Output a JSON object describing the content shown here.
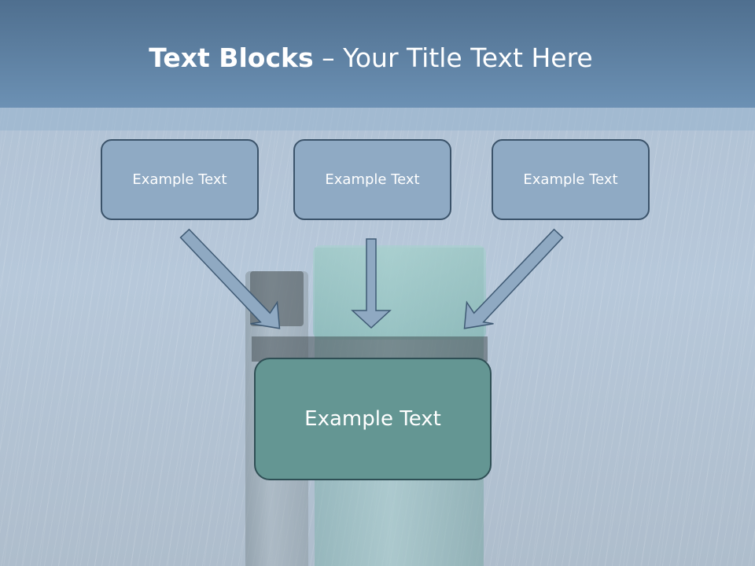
{
  "slide": {
    "title_bold": "Text Blocks",
    "title_dash": " – ",
    "title_rest": "Your Title Text Here",
    "boxes": [
      {
        "label": "Example Text"
      },
      {
        "label": "Example Text"
      },
      {
        "label": "Example Text"
      }
    ],
    "center_box": {
      "label": "Example Text"
    }
  },
  "colors": {
    "header": "#5a7c9e",
    "box_fill": "#8faac4",
    "center_fill": "#649693",
    "arrow_fill": "#8fa9c2",
    "outline": "#3b536a"
  }
}
